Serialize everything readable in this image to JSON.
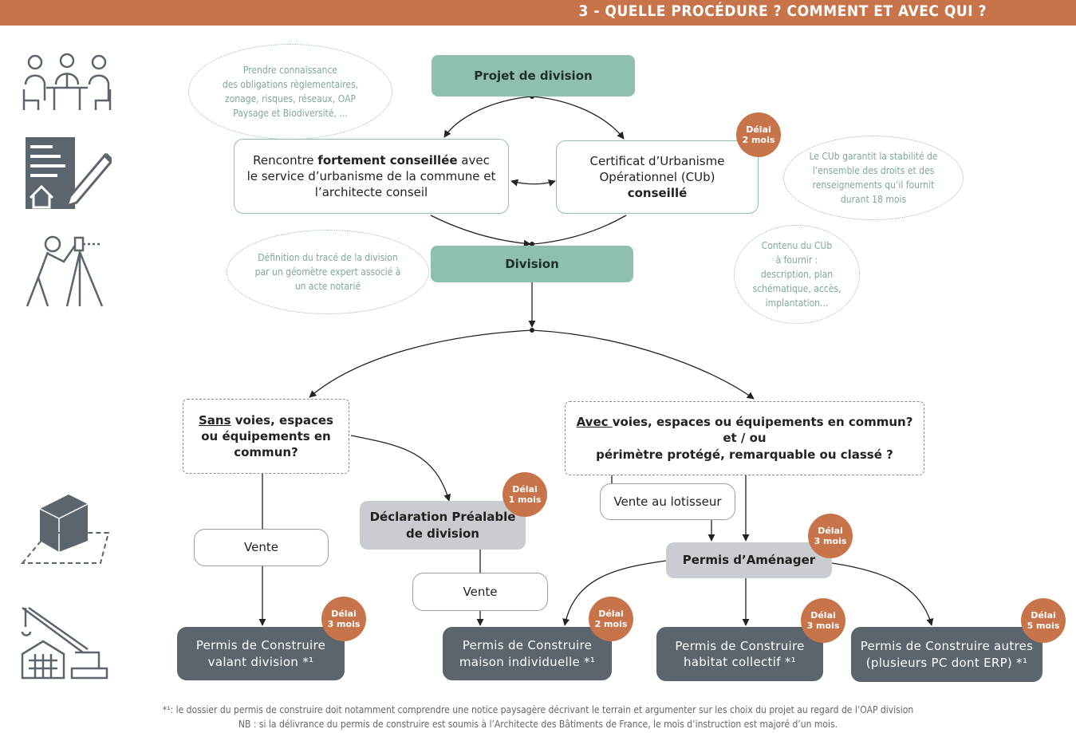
{
  "header": {
    "title": "3 - QUELLE PROCÉDURE ? COMMENT ET AVEC QUI ?"
  },
  "icons": [
    "meeting-icon",
    "document-signature-icon",
    "surveyor-icon",
    "parcel-building-icon",
    "construction-crane-icon"
  ],
  "nodes": {
    "projet": "Projet de division",
    "rencontre_a": "Rencontre ",
    "rencontre_b": "fortement conseillée",
    "rencontre_c": " avec",
    "rencontre_d": "le service d’urbanisme de la commune et",
    "rencontre_e": "l’architecte conseil",
    "cub_a": "Certificat d’Urbanisme",
    "cub_b": "Opérationnel (CUb)",
    "cub_c": "conseillé",
    "division": "Division",
    "sans_a": "Sans",
    "sans_b": " voies, espaces",
    "sans_c": "ou équipements en",
    "sans_d": "commun?",
    "avec_a": "Avec ",
    "avec_b": "voies, espaces ou équipements en commun?",
    "avec_c": "et / ou",
    "avec_d": "périmètre protégé, remarquable ou classé ?",
    "declaration_a": "Déclaration Préalable",
    "declaration_b": "de division",
    "vente_left": "Vente",
    "vente_mid": "Vente",
    "vente_lotisseur": "Vente au lotisseur",
    "permis_amenager": "Permis d’Aménager",
    "pc1_a": "Permis de Construire",
    "pc1_b": "valant division *¹",
    "pc2_a": "Permis de Construire",
    "pc2_b": "maison individuelle *¹",
    "pc3_a": "Permis de Construire",
    "pc3_b": "habitat collectif *¹",
    "pc4_a": "Permis de Construire  autres",
    "pc4_b": "(plusieurs PC dont ERP) *¹"
  },
  "bubbles": {
    "b1": [
      "Prendre connaissance",
      "des obligations règlementaires,",
      "zonage, risques, réseaux, OAP",
      "Paysage et Biodiversité, ..."
    ],
    "b2": [
      "Le CUb garantit la stabilité de",
      "l’ensemble des droits et des",
      "renseignements qu’il fournit",
      "durant 18 mois"
    ],
    "b3": [
      "Contenu du CUb",
      "à fournir :",
      "description, plan",
      "schématique, accès,",
      "implantation..."
    ],
    "b4": [
      "Définition du tracé de la division",
      "par un géomètre expert associé à",
      "un acte notarié"
    ]
  },
  "delais": {
    "label": "Délai",
    "cub": "2 mois",
    "declaration": "1 mois",
    "amenager": "3 mois",
    "pc1": "3 mois",
    "pc2": "2 mois",
    "pc3": "3 mois",
    "pc4": "5 mois"
  },
  "footnotes": {
    "line1": "*¹: le dossier du permis de construire doit notamment comprendre une notice paysagère décrivant le terrain et argumenter sur les choix du projet au regard de l’OAP division",
    "line2": "NB : si la délivrance du permis de construire est soumis à l’Architecte des Bâtiments de France, le mois d’instruction est majoré d’un mois."
  },
  "colors": {
    "header": "#c8744a",
    "green": "#8ebfb1",
    "dark": "#5c646d",
    "light_gray": "#c9ccd1",
    "delai": "#c8744a",
    "bubble_text": "#7ea79b"
  }
}
